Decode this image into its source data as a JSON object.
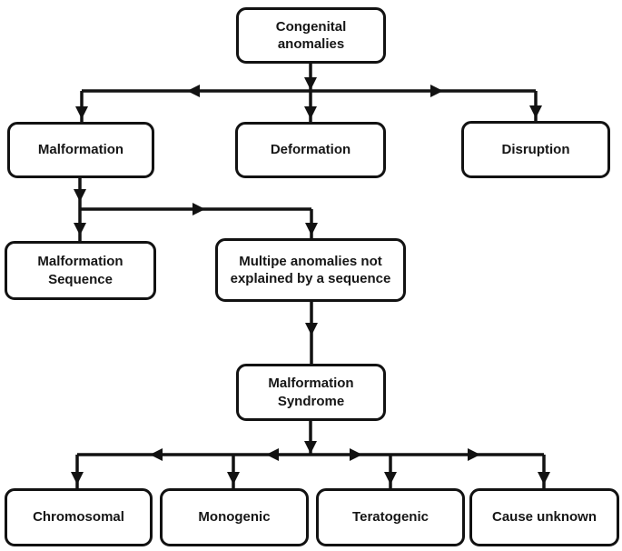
{
  "diagram": {
    "type": "flowchart",
    "colors": {
      "background": "#ffffff",
      "line": "#121212",
      "box_border": "#121212",
      "text": "#161616"
    },
    "nodes": {
      "congenital_anomalies": {
        "label": "Congenital anomalies"
      },
      "malformation": {
        "label": "Malformation"
      },
      "deformation": {
        "label": "Deformation"
      },
      "disruption": {
        "label": "Disruption"
      },
      "malformation_sequence": {
        "label": "Malformation Sequence"
      },
      "multiple_anomalies": {
        "label": "Multipe anomalies not explained by a sequence"
      },
      "malformation_syndrome": {
        "label": "Malformation Syndrome"
      },
      "chromosomal": {
        "label": "Chromosomal"
      },
      "monogenic": {
        "label": "Monogenic"
      },
      "teratogenic": {
        "label": "Teratogenic"
      },
      "cause_unknown": {
        "label": "Cause unknown"
      }
    },
    "edges": [
      {
        "from": "congenital_anomalies",
        "to": "malformation"
      },
      {
        "from": "congenital_anomalies",
        "to": "deformation"
      },
      {
        "from": "congenital_anomalies",
        "to": "disruption"
      },
      {
        "from": "malformation",
        "to": "malformation_sequence"
      },
      {
        "from": "malformation",
        "to": "multiple_anomalies"
      },
      {
        "from": "multiple_anomalies",
        "to": "malformation_syndrome"
      },
      {
        "from": "malformation_syndrome",
        "to": "chromosomal"
      },
      {
        "from": "malformation_syndrome",
        "to": "monogenic"
      },
      {
        "from": "malformation_syndrome",
        "to": "teratogenic"
      },
      {
        "from": "malformation_syndrome",
        "to": "cause_unknown"
      }
    ]
  }
}
